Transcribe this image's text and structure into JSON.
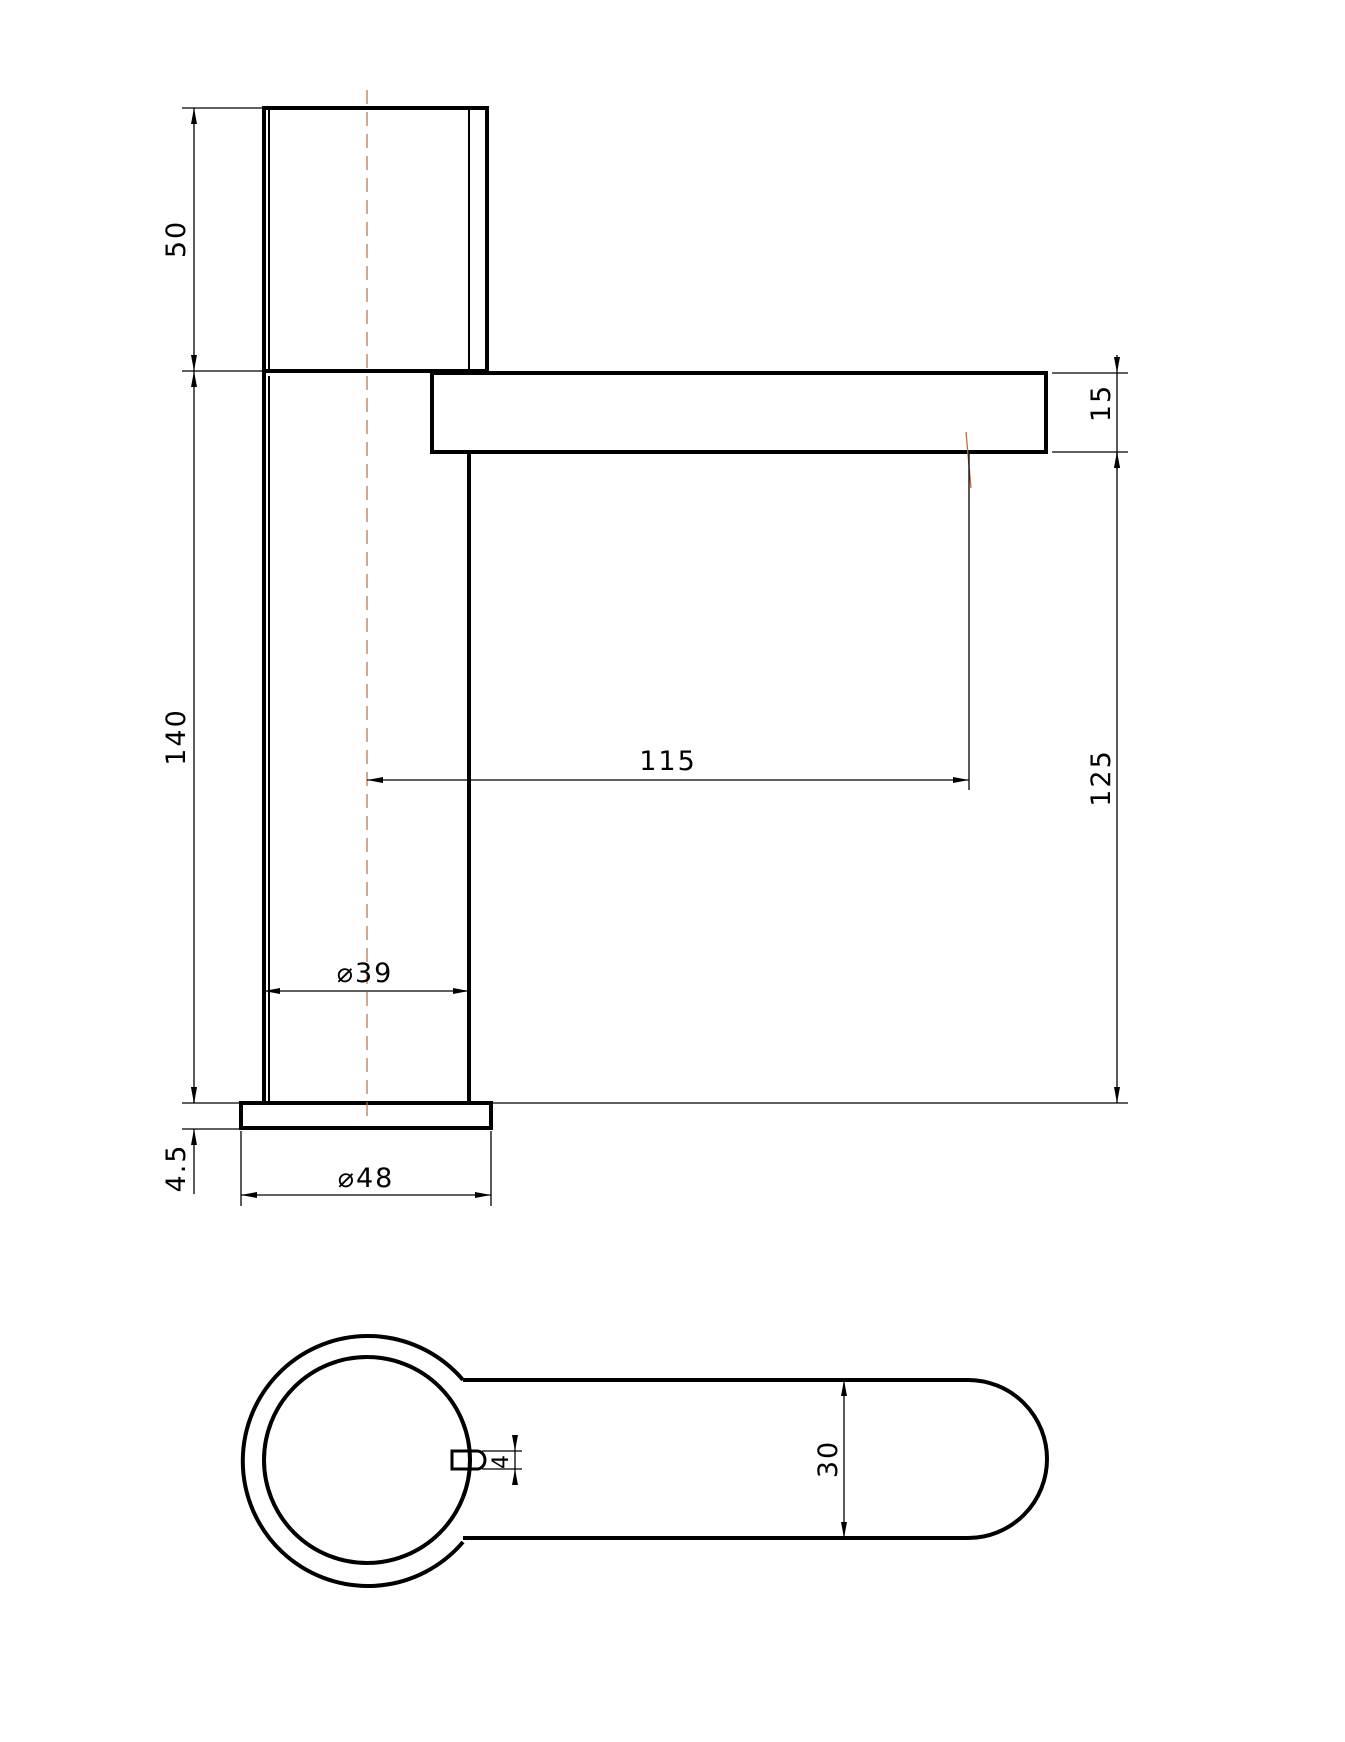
{
  "colors": {
    "line": "#000000",
    "centerline": "#b5714a",
    "background": "#ffffff"
  },
  "dimensions": {
    "lever_height": "50",
    "body_height": "140",
    "base_height": "4.5",
    "spout_thickness": "15",
    "spout_clearance": "125",
    "spout_reach": "115",
    "body_diameter": "39",
    "base_diameter": "48",
    "spout_width": "30",
    "pin_width": "4"
  },
  "symbols": {
    "diameter": "⌀"
  }
}
